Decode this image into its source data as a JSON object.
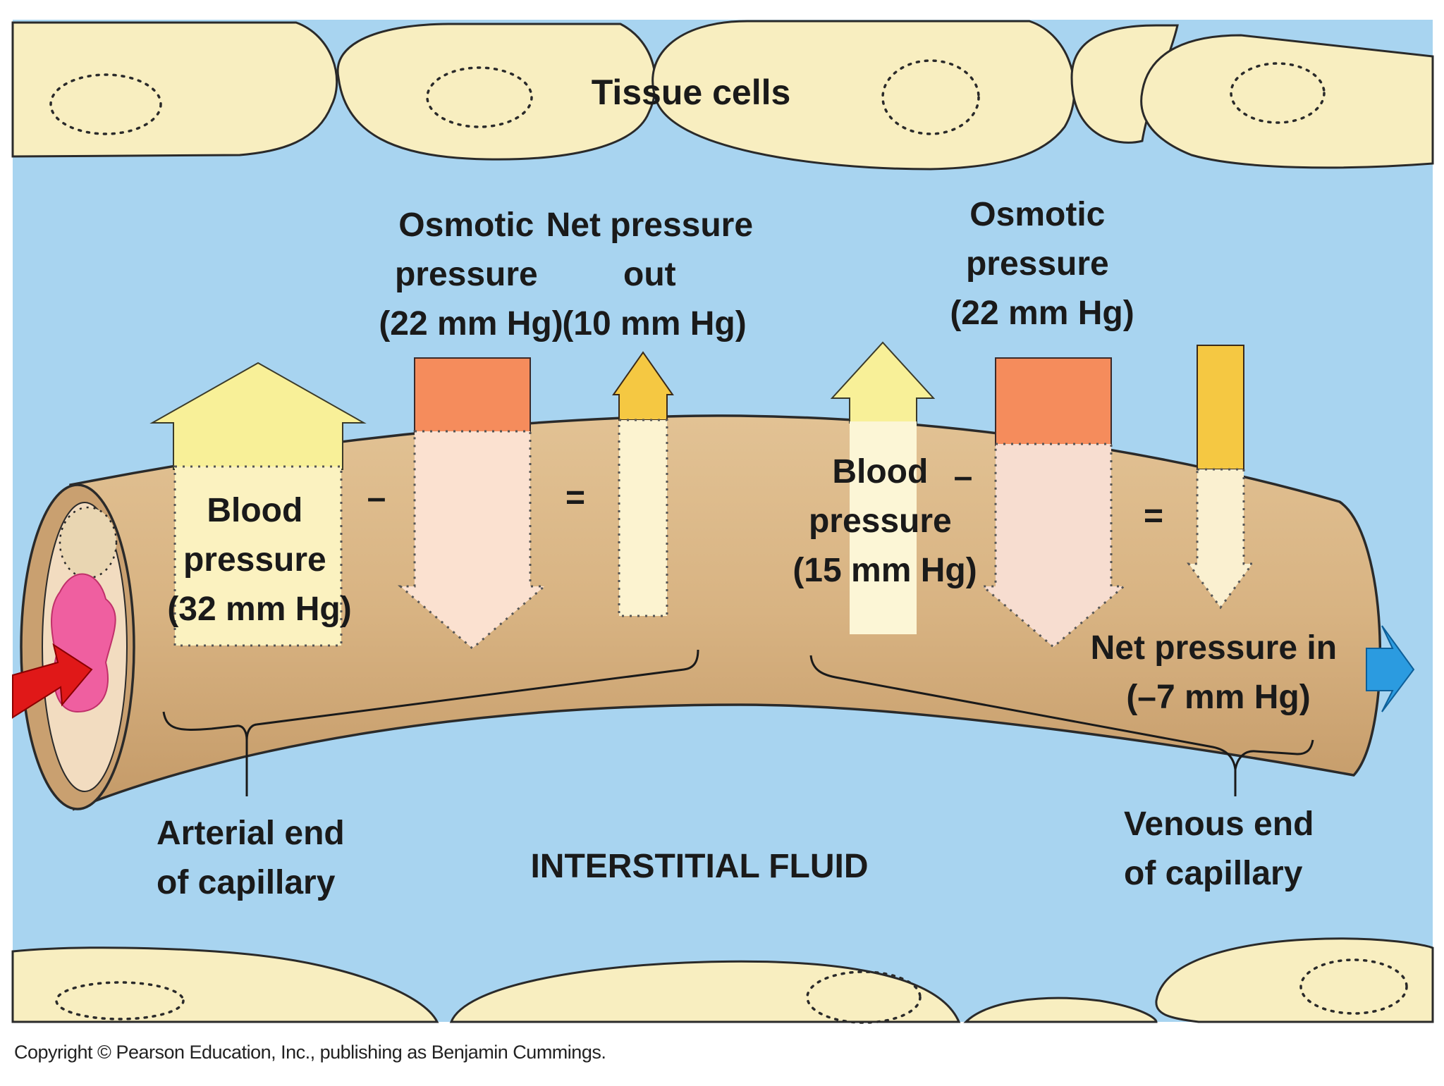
{
  "labels": {
    "tissue_cells": "Tissue cells",
    "interstitial_fluid": "INTERSTITIAL FLUID",
    "arterial_end": [
      "Arterial end",
      "of capillary"
    ],
    "venous_end": [
      "Venous end",
      "of capillary"
    ],
    "arterial_blood_pressure": [
      "Blood",
      "pressure",
      "(32 mm Hg)"
    ],
    "arterial_osmotic_pressure": [
      "Osmotic",
      "pressure",
      "(22 mm Hg)"
    ],
    "net_pressure_out": [
      "Net pressure",
      "out",
      "(10 mm Hg)"
    ],
    "venous_blood_pressure": [
      "Blood",
      "pressure",
      "(15 mm Hg)"
    ],
    "venous_osmotic_pressure": [
      "Osmotic",
      "pressure",
      "(22 mm Hg)"
    ],
    "net_pressure_in": [
      "Net pressure in",
      "(–7 mm Hg)"
    ],
    "minus_sign": "–",
    "equals_sign": "="
  },
  "copyright": "Copyright © Pearson Education, Inc., publishing as Benjamin Cummings.",
  "colors": {
    "fluid": "#a8d4f0",
    "cell": "#f8eec0",
    "capillary": "#dcb888",
    "blood_pressure_arrow": "#f8f098",
    "osmotic_block": "#f58c5c",
    "net_out_arrow": "#f5c842",
    "blood_flow_in": "#e01818",
    "blood_flow_out": "#2b9be0"
  }
}
